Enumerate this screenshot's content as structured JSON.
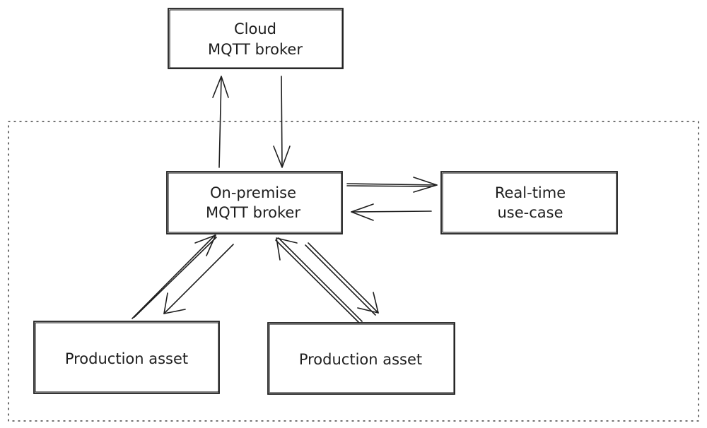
{
  "nodes": {
    "cloud_broker": {
      "line1": "Cloud",
      "line2": "MQTT broker"
    },
    "onpremise_broker": {
      "line1": "On-premise",
      "line2": "MQTT broker"
    },
    "realtime_usecase": {
      "line1": "Real-time",
      "line2": "use-case"
    },
    "production_asset_1": {
      "label": "Production asset"
    },
    "production_asset_2": {
      "label": "Production asset"
    }
  },
  "colors": {
    "stroke": "#1e1e1e",
    "background": "#ffffff"
  }
}
